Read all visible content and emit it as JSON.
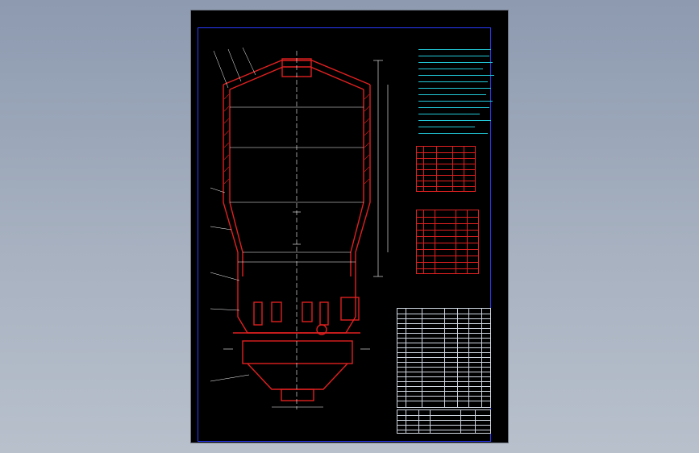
{
  "viewer": {
    "background_top": "#8d9ab0",
    "background_bottom": "#b8c0cc"
  },
  "sheet": {
    "background": "#000000",
    "frame_color": "#2a3cff",
    "vessel_color": "#e02020",
    "annotation_color": "#22d8e8",
    "dimension_color": "#ffffff"
  },
  "drawing": {
    "type": "cad-vessel-section",
    "notes_line_count": 16,
    "tables": [
      {
        "name": "nozzle-table-1",
        "rows": 8,
        "cols": 5
      },
      {
        "name": "nozzle-table-2",
        "rows": 9,
        "cols": 5
      },
      {
        "name": "parts-list",
        "rows": 21,
        "cols": 7
      },
      {
        "name": "title-block",
        "rows": 5,
        "cols": 6
      }
    ]
  }
}
